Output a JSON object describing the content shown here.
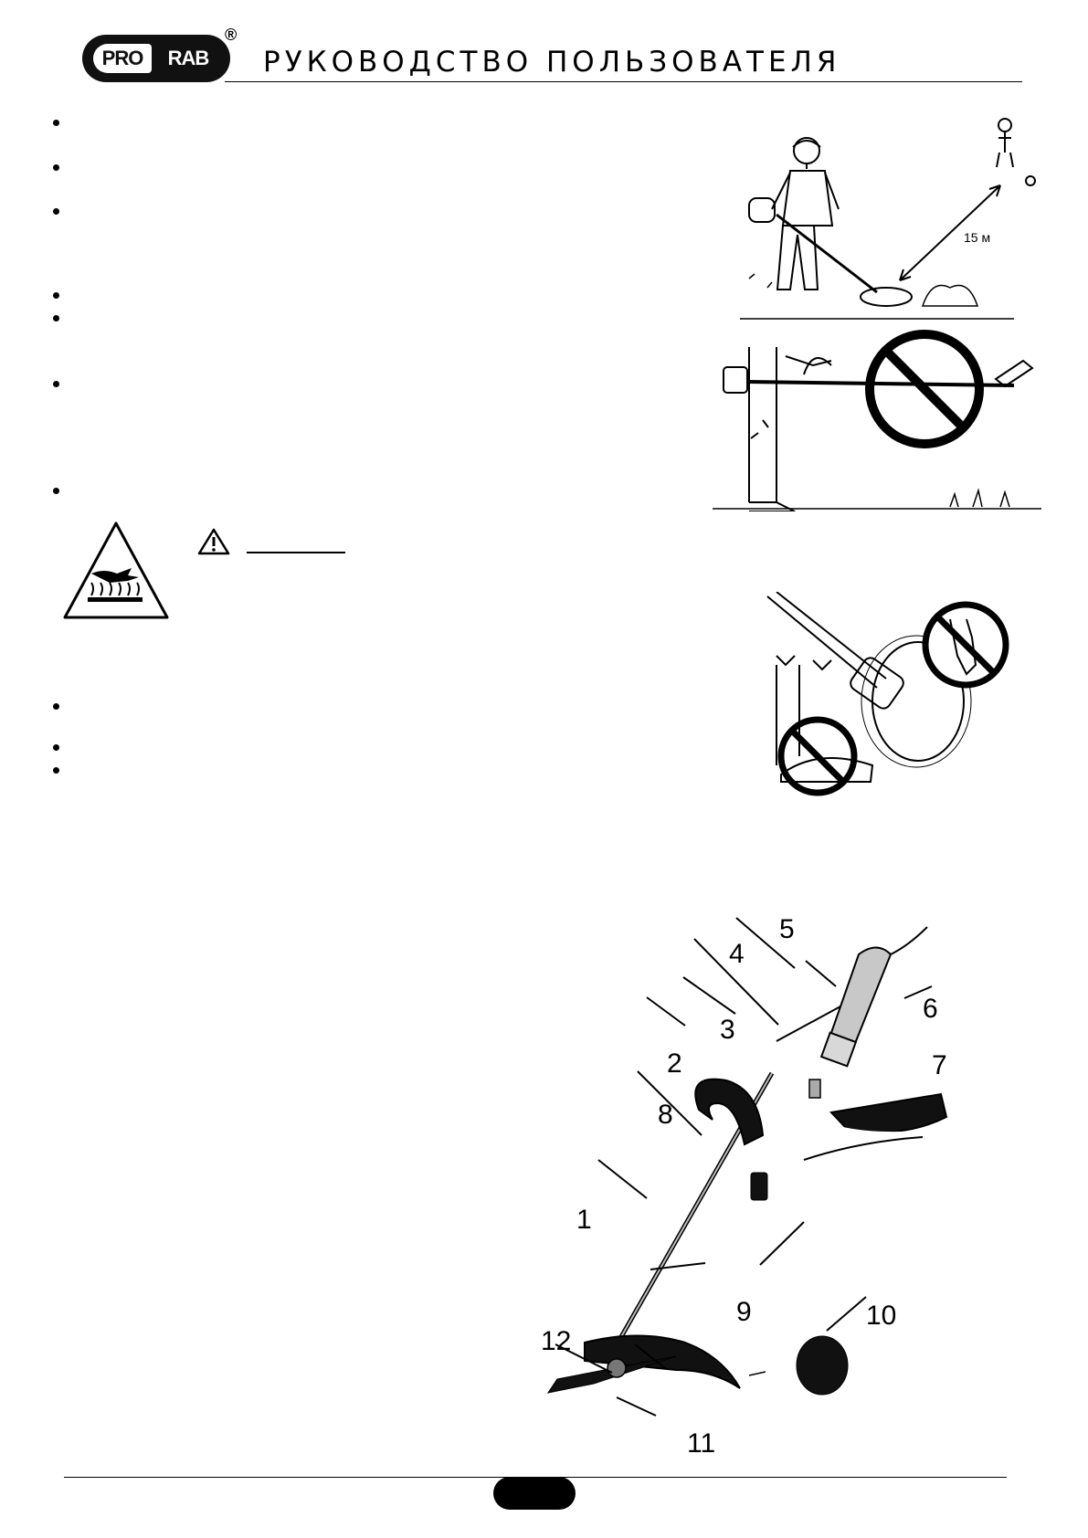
{
  "header": {
    "logo_left": "PRO",
    "logo_right": "RAB",
    "registered_mark": "®",
    "title": "РУКОВОДСТВО ПОЛЬЗОВАТЕЛЯ"
  },
  "illustrations": {
    "distance_label": "15 м"
  },
  "parts_diagram": {
    "callouts": [
      "1",
      "2",
      "3",
      "4",
      "5",
      "6",
      "7",
      "8",
      "9",
      "10",
      "11",
      "12"
    ]
  },
  "icons": [
    "hot-surface-warning-icon",
    "warning-triangle-icon",
    "prohibition-sign-icon"
  ]
}
